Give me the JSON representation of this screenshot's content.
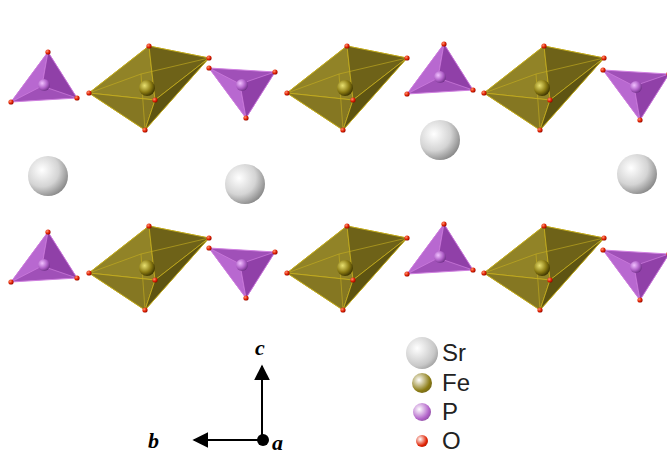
{
  "diagram": {
    "labels": [
      "c",
      "b",
      "a"
    ],
    "legend": [
      {
        "text": "Sr",
        "color": "#c8c8c8"
      },
      {
        "text": "Fe",
        "color": "#8a7a12"
      },
      {
        "text": "P",
        "color": "#b060c8"
      },
      {
        "text": "O",
        "color": "#e02000"
      }
    ]
  }
}
